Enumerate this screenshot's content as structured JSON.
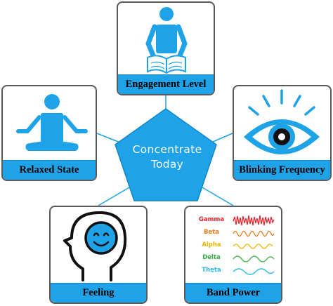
{
  "center": {
    "line1": "Concentrate",
    "line2": "Today"
  },
  "nodes": {
    "engagement": {
      "label": "Engagement Level",
      "icon": "person-reading-icon"
    },
    "relaxed": {
      "label": "Relaxed State",
      "icon": "meditation-icon"
    },
    "blinking": {
      "label": "Blinking Frequency",
      "icon": "eye-icon"
    },
    "feeling": {
      "label": "Feeling",
      "icon": "smiling-head-icon"
    },
    "band": {
      "label": "Band Power",
      "icon": "brainwave-icon"
    }
  },
  "waves": [
    {
      "name": "Gamma",
      "color": "#e8232b"
    },
    {
      "name": "Beta",
      "color": "#e87a1c"
    },
    {
      "name": "Alpha",
      "color": "#f0b400"
    },
    {
      "name": "Delta",
      "color": "#2fae3c"
    },
    {
      "name": "Theta",
      "color": "#29b7e8"
    }
  ],
  "colors": {
    "accent": "#1ea3e8",
    "border": "#5a5a5a",
    "connector": "#1ea3e8"
  }
}
